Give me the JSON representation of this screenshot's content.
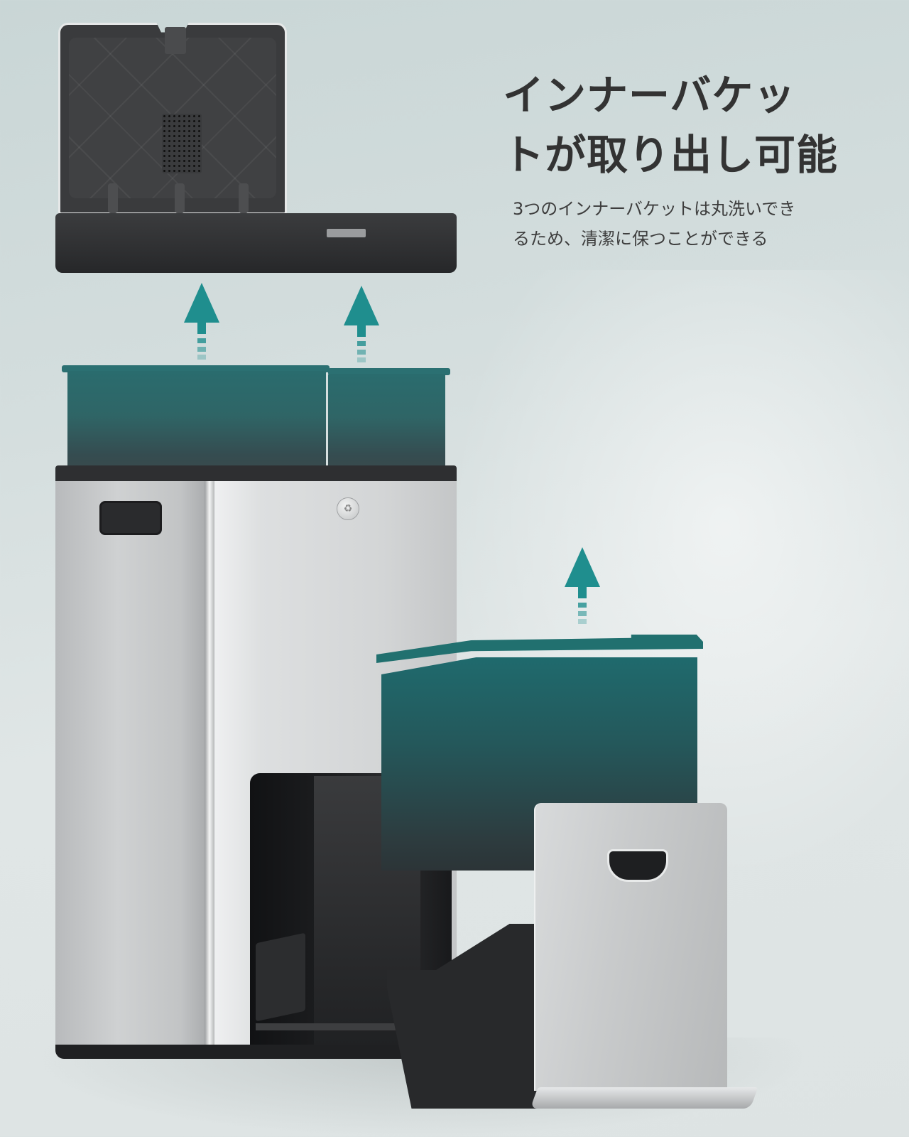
{
  "headline": {
    "line1": "インナーバケッ",
    "line2": "トが取り出し可能"
  },
  "description": {
    "line1": "3つのインナーバケットは丸洗いでき",
    "line2": "るため、清潔に保つことができる"
  },
  "product": {
    "name": "stainless steel pedal trash bin with 3 inner buckets",
    "inner_bucket_count": 3,
    "colors": {
      "background": "#d3dddd",
      "inner_bucket_teal": "#2b7072",
      "arrow_teal": "#1f8e8e",
      "lid_dark": "#3a3b3d",
      "steel": "#d3d5d6",
      "headline_text": "#333333",
      "body_text": "#3d3d3d"
    }
  },
  "arrows": [
    {
      "direction": "up",
      "label": "lift-left-top-bucket"
    },
    {
      "direction": "up",
      "label": "lift-right-top-bucket"
    },
    {
      "direction": "up",
      "label": "lift-drawer-bucket"
    }
  ]
}
